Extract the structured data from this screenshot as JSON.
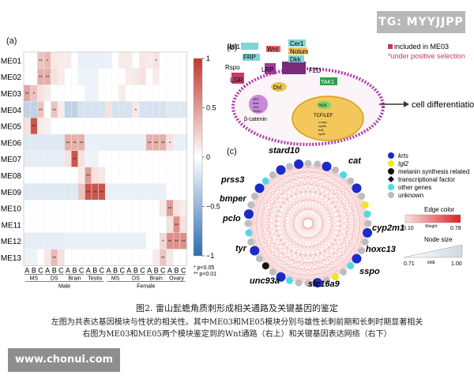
{
  "watermarks": {
    "tg": "TG: MYYJJPP",
    "site": "www.chonui.com"
  },
  "panel_a": {
    "label": "(a)",
    "modules": [
      "ME01",
      "ME02",
      "ME03",
      "ME04",
      "ME05",
      "ME06",
      "ME07",
      "ME08",
      "ME09",
      "ME10",
      "ME11",
      "ME12",
      "ME13"
    ],
    "columns": [
      "A",
      "B",
      "C",
      "A",
      "B",
      "C",
      "A",
      "B",
      "C",
      "A",
      "B",
      "C",
      "A",
      "B",
      "C",
      "A",
      "B",
      "C",
      "A",
      "B",
      "C",
      "A",
      "B",
      "C"
    ],
    "tissue_groups": [
      "MS",
      "DS",
      "Brain",
      "Testis",
      "MS",
      "DS",
      "Brain",
      "Ovary"
    ],
    "sexes": [
      "Male",
      "Female"
    ],
    "colorbar_ticks": [
      "1",
      "0.5",
      "0",
      "−0.5",
      "−1"
    ],
    "significance_legend": [
      "* p<0.05",
      "** p<0.01"
    ],
    "cells": [
      [
        0,
        2,
        0.3,
        "**"
      ],
      [
        0,
        3,
        0.35,
        "*"
      ],
      [
        0,
        4,
        0.12,
        ""
      ],
      [
        0,
        5,
        0.1,
        ""
      ],
      [
        0,
        6,
        0.1,
        ""
      ],
      [
        0,
        14,
        0.1,
        ""
      ],
      [
        0,
        15,
        0.1,
        ""
      ],
      [
        0,
        17,
        0.12,
        ""
      ],
      [
        0,
        18,
        0.1,
        ""
      ],
      [
        0,
        19,
        0.14,
        "*"
      ],
      [
        0,
        8,
        -0.1,
        ""
      ],
      [
        0,
        9,
        -0.1,
        ""
      ],
      [
        0,
        10,
        -0.1,
        ""
      ],
      [
        0,
        11,
        -0.1,
        ""
      ],
      [
        0,
        12,
        -0.08,
        ""
      ],
      [
        1,
        2,
        0.4,
        "**"
      ],
      [
        1,
        3,
        0.4,
        "**"
      ],
      [
        1,
        4,
        0.15,
        ""
      ],
      [
        1,
        5,
        0.1,
        ""
      ],
      [
        1,
        15,
        0.1,
        ""
      ],
      [
        1,
        16,
        0.12,
        ""
      ],
      [
        1,
        17,
        0.15,
        ""
      ],
      [
        1,
        19,
        0.1,
        ""
      ],
      [
        1,
        8,
        -0.08,
        ""
      ],
      [
        1,
        9,
        -0.08,
        ""
      ],
      [
        1,
        10,
        -0.08,
        ""
      ],
      [
        2,
        0,
        0.45,
        "**"
      ],
      [
        2,
        1,
        0.3,
        "*"
      ],
      [
        2,
        2,
        0.15,
        ""
      ],
      [
        2,
        3,
        0.1,
        ""
      ],
      [
        2,
        14,
        0.1,
        ""
      ],
      [
        2,
        9,
        -0.08,
        ""
      ],
      [
        2,
        10,
        -0.08,
        ""
      ],
      [
        3,
        0,
        -0.3,
        ""
      ],
      [
        3,
        1,
        -0.3,
        ""
      ],
      [
        3,
        2,
        0.3,
        "**"
      ],
      [
        3,
        4,
        0.3,
        "**"
      ],
      [
        3,
        5,
        0.1,
        ""
      ],
      [
        3,
        6,
        -0.3,
        ""
      ],
      [
        3,
        7,
        -0.3,
        ""
      ],
      [
        3,
        8,
        -0.2,
        ""
      ],
      [
        3,
        9,
        -0.2,
        ""
      ],
      [
        3,
        10,
        -0.2,
        ""
      ],
      [
        3,
        11,
        -0.2,
        ""
      ],
      [
        3,
        13,
        -0.2,
        ""
      ],
      [
        3,
        14,
        -0.2,
        ""
      ],
      [
        3,
        15,
        -0.2,
        ""
      ],
      [
        3,
        17,
        -0.2,
        ""
      ],
      [
        3,
        18,
        -0.2,
        ""
      ],
      [
        3,
        19,
        -0.2,
        ""
      ],
      [
        3,
        20,
        -0.2,
        ""
      ],
      [
        3,
        21,
        -0.15,
        ""
      ],
      [
        3,
        22,
        -0.15,
        ""
      ],
      [
        3,
        23,
        -0.15,
        ""
      ],
      [
        3,
        12,
        0.15,
        ""
      ],
      [
        3,
        16,
        0.12,
        "*"
      ],
      [
        4,
        1,
        0.85,
        "**"
      ],
      [
        4,
        0,
        0.15,
        ""
      ],
      [
        4,
        2,
        0.1,
        ""
      ],
      [
        4,
        3,
        0.08,
        ""
      ],
      [
        5,
        6,
        0.4,
        "**"
      ],
      [
        5,
        7,
        0.4,
        "**"
      ],
      [
        5,
        8,
        0.4,
        "**"
      ],
      [
        5,
        0,
        -0.15,
        ""
      ],
      [
        5,
        1,
        -0.15,
        ""
      ],
      [
        5,
        2,
        -0.15,
        ""
      ],
      [
        5,
        3,
        -0.15,
        ""
      ],
      [
        5,
        4,
        -0.15,
        ""
      ],
      [
        5,
        5,
        -0.15,
        ""
      ],
      [
        5,
        9,
        -0.1,
        ""
      ],
      [
        5,
        10,
        -0.1,
        ""
      ],
      [
        5,
        11,
        -0.1,
        ""
      ],
      [
        5,
        12,
        -0.1,
        ""
      ],
      [
        5,
        13,
        -0.1,
        ""
      ],
      [
        5,
        14,
        -0.1,
        ""
      ],
      [
        5,
        15,
        -0.1,
        ""
      ],
      [
        5,
        16,
        -0.1,
        ""
      ],
      [
        5,
        17,
        -0.1,
        ""
      ],
      [
        5,
        18,
        0.4,
        "**"
      ],
      [
        5,
        19,
        0.4,
        "**"
      ],
      [
        5,
        20,
        0.4,
        "**"
      ],
      [
        5,
        21,
        0.15,
        "*"
      ],
      [
        5,
        22,
        -0.1,
        ""
      ],
      [
        5,
        23,
        -0.1,
        ""
      ],
      [
        6,
        7,
        0.85,
        "**"
      ],
      [
        6,
        6,
        0.15,
        ""
      ],
      [
        6,
        8,
        0.15,
        ""
      ],
      [
        6,
        0,
        -0.12,
        ""
      ],
      [
        6,
        1,
        -0.12,
        ""
      ],
      [
        6,
        2,
        -0.12,
        ""
      ],
      [
        6,
        3,
        -0.12,
        ""
      ],
      [
        6,
        4,
        -0.12,
        ""
      ],
      [
        6,
        5,
        -0.12,
        ""
      ],
      [
        6,
        9,
        -0.08,
        ""
      ],
      [
        6,
        10,
        -0.08,
        ""
      ],
      [
        7,
        9,
        0.5,
        "**"
      ],
      [
        7,
        10,
        0.15,
        ""
      ],
      [
        7,
        11,
        0.12,
        ""
      ],
      [
        7,
        8,
        0.1,
        ""
      ],
      [
        8,
        9,
        0.85,
        "**"
      ],
      [
        8,
        10,
        0.85,
        "**"
      ],
      [
        8,
        11,
        0.85,
        "**"
      ],
      [
        8,
        8,
        0.3,
        ""
      ],
      [
        8,
        0,
        -0.15,
        ""
      ],
      [
        8,
        1,
        -0.15,
        ""
      ],
      [
        8,
        2,
        -0.15,
        ""
      ],
      [
        8,
        3,
        -0.15,
        ""
      ],
      [
        8,
        4,
        -0.15,
        ""
      ],
      [
        8,
        5,
        -0.15,
        ""
      ],
      [
        8,
        6,
        -0.15,
        ""
      ],
      [
        8,
        7,
        -0.15,
        ""
      ],
      [
        8,
        12,
        -0.1,
        ""
      ],
      [
        8,
        13,
        -0.1,
        ""
      ],
      [
        8,
        14,
        -0.1,
        ""
      ],
      [
        8,
        15,
        -0.1,
        ""
      ],
      [
        8,
        16,
        -0.1,
        ""
      ],
      [
        8,
        17,
        -0.1,
        ""
      ],
      [
        8,
        18,
        -0.1,
        ""
      ],
      [
        8,
        19,
        -0.1,
        ""
      ],
      [
        8,
        20,
        -0.1,
        ""
      ],
      [
        9,
        21,
        0.5,
        "**"
      ],
      [
        9,
        20,
        0.12,
        ""
      ],
      [
        9,
        22,
        0.15,
        ""
      ],
      [
        9,
        23,
        0.1,
        ""
      ],
      [
        10,
        22,
        0.55,
        "**"
      ],
      [
        10,
        21,
        0.15,
        ""
      ],
      [
        10,
        23,
        0.15,
        ""
      ],
      [
        11,
        21,
        0.55,
        "**"
      ],
      [
        11,
        22,
        0.55,
        "**"
      ],
      [
        11,
        23,
        0.55,
        "**"
      ],
      [
        11,
        20,
        0.2,
        "*"
      ],
      [
        11,
        0,
        -0.12,
        ""
      ],
      [
        11,
        1,
        -0.12,
        ""
      ],
      [
        11,
        2,
        -0.12,
        ""
      ],
      [
        11,
        3,
        -0.12,
        ""
      ],
      [
        11,
        4,
        -0.12,
        ""
      ],
      [
        11,
        5,
        -0.12,
        ""
      ],
      [
        11,
        6,
        -0.1,
        ""
      ],
      [
        11,
        7,
        -0.1,
        ""
      ],
      [
        11,
        8,
        -0.1,
        ""
      ],
      [
        11,
        9,
        -0.1,
        ""
      ],
      [
        11,
        10,
        -0.1,
        ""
      ],
      [
        11,
        11,
        -0.1,
        ""
      ],
      [
        11,
        12,
        -0.1,
        ""
      ],
      [
        11,
        13,
        -0.1,
        ""
      ],
      [
        11,
        14,
        -0.1,
        ""
      ],
      [
        11,
        15,
        -0.1,
        ""
      ],
      [
        11,
        16,
        -0.1,
        ""
      ],
      [
        11,
        17,
        -0.1,
        ""
      ],
      [
        12,
        4,
        0.35,
        "**"
      ],
      [
        12,
        3,
        0.12,
        ""
      ],
      [
        12,
        5,
        0.15,
        ""
      ],
      [
        12,
        20,
        0.3,
        "**"
      ],
      [
        12,
        19,
        0.1,
        ""
      ],
      [
        12,
        21,
        0.12,
        ""
      ],
      [
        12,
        0,
        -0.08,
        ""
      ],
      [
        12,
        1,
        -0.08,
        ""
      ]
    ]
  },
  "panel_b": {
    "label": "(b)",
    "pathway_nodes": [
      "Wif1",
      "FRP",
      "Rspo",
      "LGR",
      "Wnt",
      "Cer1",
      "Notum",
      "Dkk",
      "LRP",
      "FZD",
      "Dvl",
      "β-catenin",
      "TAK1",
      "NLK",
      "TCF/LEF"
    ],
    "complex_labels": [
      "APC",
      "Axin",
      "CK1",
      "GSK3"
    ],
    "target_labels": [
      "c-myc",
      "cyclin",
      "fra1",
      "cycD"
    ],
    "outcome": "cell differentiation",
    "legend": [
      "included in ME03",
      "*under positive selection"
    ]
  },
  "panel_c": {
    "label": "(c)",
    "genes": [
      "stard10",
      "cat",
      "prss3",
      "bmper",
      "pclo",
      "cyp2m1",
      "tyr",
      "hoxc13",
      "unc93a",
      "slc16a9",
      "sspo"
    ],
    "legend_categories": [
      "krts",
      "tgl2",
      "melanin synthesis related",
      "transcriptional factor",
      "other genes",
      "unknown"
    ],
    "legend_colors": [
      "#1a2bcc",
      "#f2e61e",
      "#111111",
      "#111111",
      "#4fd8e8",
      "#bdbdbd"
    ],
    "edge_color_title": "Edge color",
    "edge_range": [
      "0.10",
      "0.78"
    ],
    "edge_axis": "Weight",
    "node_size_title": "Node size",
    "node_range": [
      "0.71",
      "1.00"
    ],
    "node_axis": "kME"
  },
  "caption": {
    "title": "图2. 雷山髭蟾角质刺形成相关通路及关键基因的鉴定",
    "line1": "左图为共表达基因模块与性状的相关性。其中ME03和ME05模块分别与雄性长刺前期和长刺时期显著相关",
    "line2": "右图为ME03和ME05两个模块鉴定到的Wnt通路（右上）和关键基因表达网络（右下）"
  }
}
